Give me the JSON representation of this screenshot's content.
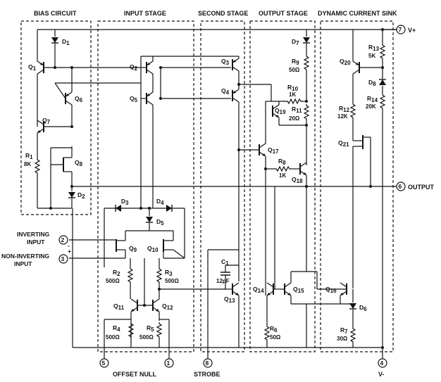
{
  "sections": {
    "bias": "BIAS CIRCUIT",
    "input": "INPUT STAGE",
    "second": "SECOND STAGE",
    "output": "OUTPUT STAGE",
    "sink": "DYNAMIC CURRENT SINK"
  },
  "pins": {
    "vplus_num": "7",
    "vplus": "V+",
    "output_num": "6",
    "output": "OUTPUT",
    "inv_num": "2",
    "inv_line1": "INVERTING",
    "inv_line2": "INPUT",
    "inv_sign": "-",
    "noninv_num": "3",
    "noninv_line1": "NON-INVERTING",
    "noninv_line2": "INPUT",
    "noninv_sign": "+",
    "null1_num": "5",
    "null2_num": "1",
    "offset_null": "OFFSET NULL",
    "strobe_num": "8",
    "strobe": "STROBE",
    "vminus_num": "4",
    "vminus": "V-"
  },
  "components": {
    "d1": "D",
    "d1s": "1",
    "q1": "Q",
    "q1s": "1",
    "q6": "Q",
    "q6s": "6",
    "q7": "Q",
    "q7s": "7",
    "r1": "R",
    "r1s": "1",
    "r1v": "8K",
    "q8": "Q",
    "q8s": "8",
    "d2": "D",
    "d2s": "2",
    "q2": "Q",
    "q2s": "2",
    "q5": "Q",
    "q5s": "5",
    "d3": "D",
    "d3s": "3",
    "d4": "D",
    "d4s": "4",
    "d5": "D",
    "d5s": "5",
    "q9": "Q",
    "q9s": "9",
    "q10": "Q",
    "q10s": "10",
    "r2": "R",
    "r2s": "2",
    "r2v": "500Ω",
    "r3": "R",
    "r3s": "3",
    "r3v": "500Ω",
    "q11": "Q",
    "q11s": "11",
    "q12": "Q",
    "q12s": "12",
    "r4": "R",
    "r4s": "4",
    "r4v": "500Ω",
    "r5": "R",
    "r5s": "5",
    "r5v": "500Ω",
    "q3": "Q",
    "q3s": "3",
    "q4": "Q",
    "q4s": "4",
    "c1": "C",
    "c1s": "1",
    "c1v": "12pF",
    "q13": "Q",
    "q13s": "13",
    "d7": "D",
    "d7s": "7",
    "r9": "R",
    "r9s": "9",
    "r9v": "50Ω",
    "r10": "R",
    "r10s": "10",
    "r10v": "1K",
    "q19": "Q",
    "q19s": "19",
    "r11": "R",
    "r11s": "11",
    "r11v": "20Ω",
    "q17": "Q",
    "q17s": "17",
    "r8": "R",
    "r8s": "8",
    "r8v": "1K",
    "q18": "Q",
    "q18s": "18",
    "q14": "Q",
    "q14s": "14",
    "q15": "Q",
    "q15s": "15",
    "r6": "R",
    "r6s": "6",
    "r6v": "50Ω",
    "r13": "R",
    "r13s": "13",
    "r13v": "5K",
    "q20": "Q",
    "q20s": "20",
    "d8": "D",
    "d8s": "8",
    "r14": "R",
    "r14s": "14",
    "r14v": "20K",
    "r12": "R",
    "r12s": "12",
    "r12v": "12K",
    "q21": "Q",
    "q21s": "21",
    "q16": "Q",
    "q16s": "16",
    "d6": "D",
    "d6s": "6",
    "r7": "R",
    "r7s": "7",
    "r7v": "30Ω"
  }
}
